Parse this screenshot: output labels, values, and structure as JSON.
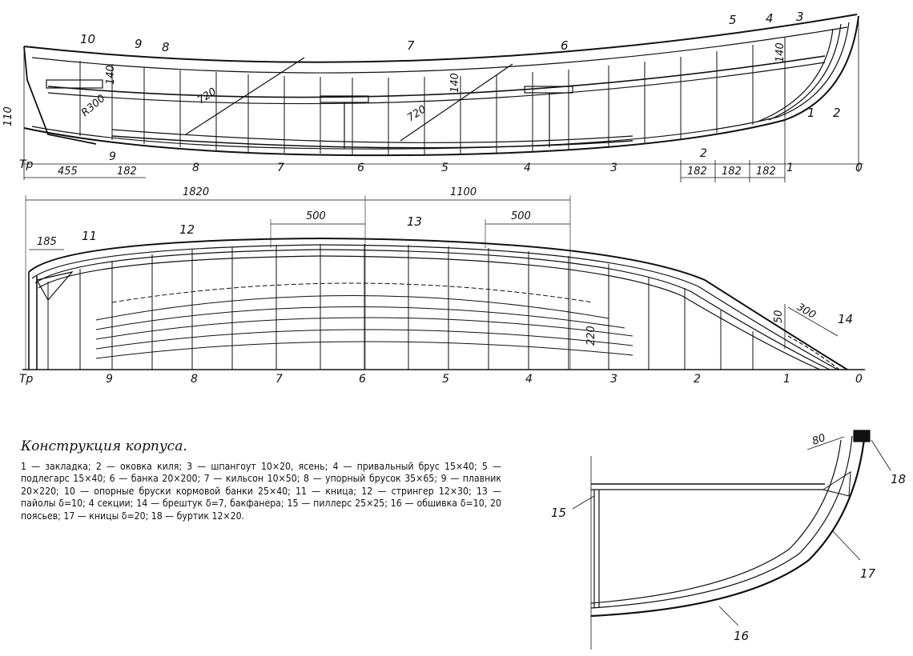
{
  "caption": {
    "title": "Конструкция корпуса.",
    "text": "1 — закладка; 2 — оковка киля; 3 — шпангоут 10×20, ясень; 4 — привальный брус 15×40; 5 — подлегарс 15×40; 6 — банка 20×200; 7 — кильсон 10×50; 8 — упорный брусок 35×65; 9 — плавник 20×220; 10 — опорные бруски кормовой банки 25×40; 11 — кница; 12 — стрингер 12×30; 13 — пайолы δ=10; 4 секции; 14 — брештук δ=7, бакфанера; 15 — пиллерс 25×25; 16 — обшивка δ=10, 20 поясьев; 17 — кницы δ=20; 18 — буртик 12×20."
  },
  "profile_view": {
    "callouts": [
      "10",
      "9",
      "8",
      "7",
      "6",
      "5",
      "4",
      "3",
      "2",
      "1"
    ],
    "dimensions": [
      "140",
      "140",
      "140",
      "720",
      "720",
      "R300",
      "110",
      "455",
      "182",
      "182",
      "182",
      "182"
    ],
    "stations": [
      "Тр",
      "9",
      "8",
      "7",
      "6",
      "5",
      "4",
      "3",
      "2",
      "1",
      "0"
    ]
  },
  "plan_view": {
    "callouts": [
      "11",
      "12",
      "13",
      "14"
    ],
    "dimensions": [
      "1820",
      "1100",
      "185",
      "500",
      "500",
      "220",
      "50",
      "300"
    ],
    "stations": [
      "Тр",
      "9",
      "8",
      "7",
      "6",
      "5",
      "4",
      "3",
      "2",
      "1",
      "0"
    ]
  },
  "section_view": {
    "callouts": [
      "15",
      "16",
      "17",
      "18"
    ],
    "dimensions": [
      "80"
    ]
  }
}
